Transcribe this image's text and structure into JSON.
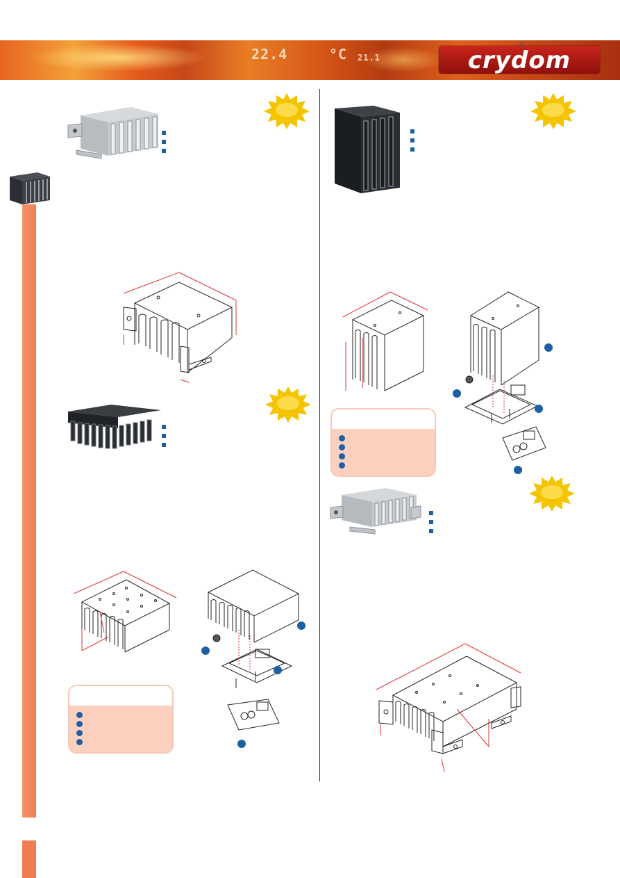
{
  "header": {
    "brand": "crydom",
    "registered_mark": "®",
    "readout_temp": "22.4",
    "readout_unit": "°C",
    "readout_small": "21.1"
  },
  "colors": {
    "accent": "#ef7d51",
    "brand_red": "#c9251c",
    "bullet_blue": "#1d5fa3",
    "panel_fill": "#fbd0bf"
  },
  "icons": [
    "starburst-badge",
    "heatsink-photo",
    "dimension-drawing",
    "mounting-assembly-drawing",
    "callout-dot"
  ]
}
